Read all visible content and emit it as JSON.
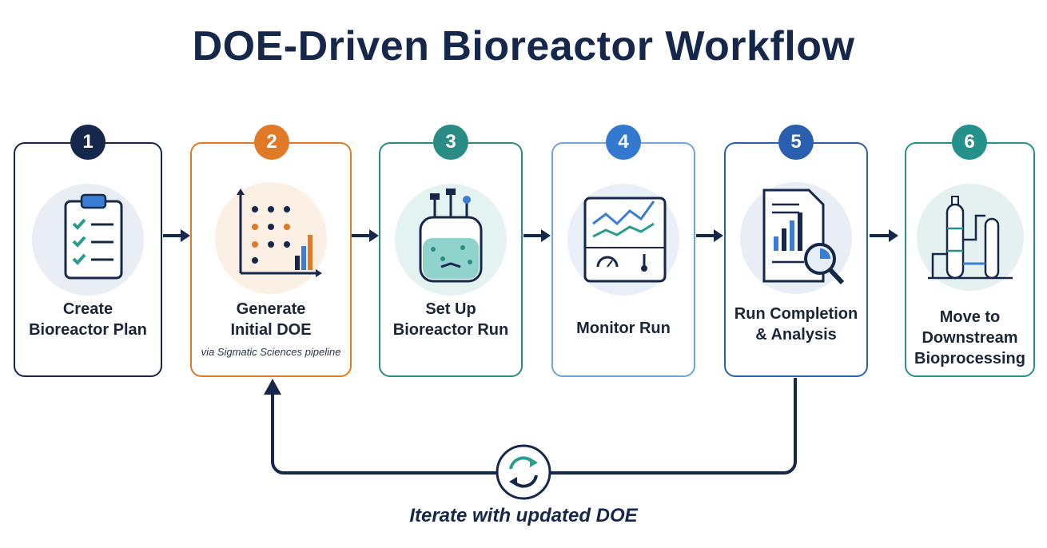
{
  "title": "DOE-Driven Bioreactor Workflow",
  "steps": [
    {
      "number": "1",
      "lines": [
        "Create",
        "Bioreactor Plan"
      ],
      "color": "#15284b"
    },
    {
      "number": "2",
      "lines": [
        "Generate",
        "Initial DOE"
      ],
      "sublabel": "via Sigmatic Sciences pipeline",
      "color": "#e07a26"
    },
    {
      "number": "3",
      "lines": [
        "Set Up",
        "Bioreactor Run"
      ],
      "color": "#2a8c84"
    },
    {
      "number": "4",
      "lines": [
        "Monitor Run"
      ],
      "color": "#3479d0"
    },
    {
      "number": "5",
      "lines": [
        "Run Completion",
        "& Analysis"
      ],
      "color": "#2a5fb0"
    },
    {
      "number": "6",
      "lines": [
        "Move to",
        "Downstream",
        "Bioprocessing"
      ],
      "color": "#24918a"
    }
  ],
  "loop": {
    "label": "Iterate with updated DOE"
  }
}
